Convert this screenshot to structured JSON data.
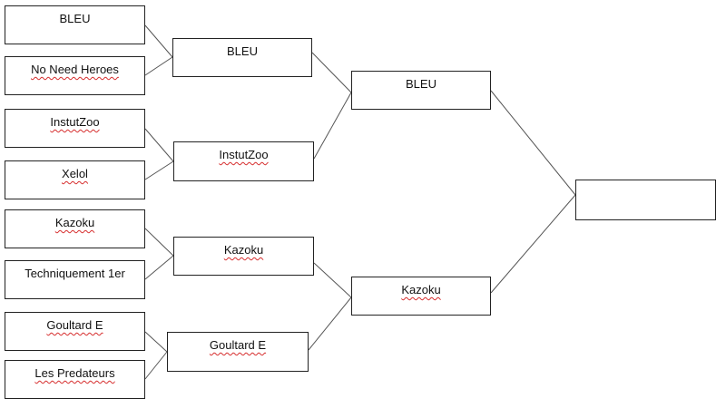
{
  "bracket": {
    "round1": [
      {
        "name": "BLEU",
        "misspelled": false
      },
      {
        "name": "No Need Heroes",
        "misspelled": true
      },
      {
        "name": "InstutZoo",
        "misspelled": true
      },
      {
        "name": "Xelol",
        "misspelled": true
      },
      {
        "name": "Kazoku",
        "misspelled": true
      },
      {
        "name": "Techniquement 1er",
        "misspelled": false
      },
      {
        "name": "Goultard E",
        "misspelled": true
      },
      {
        "name": "Les Predateurs",
        "misspelled": true
      }
    ],
    "round2": [
      {
        "name": "BLEU",
        "misspelled": false
      },
      {
        "name": "InstutZoo",
        "misspelled": true
      },
      {
        "name": "Kazoku",
        "misspelled": true
      },
      {
        "name": "Goultard E",
        "misspelled": true
      }
    ],
    "round3": [
      {
        "name": "BLEU",
        "misspelled": false
      },
      {
        "name": "Kazoku",
        "misspelled": true
      }
    ],
    "final": {
      "name": ""
    }
  },
  "colors": {
    "box_border": "#222222",
    "connector": "#555555",
    "spellcheck": "#d62d2d"
  }
}
